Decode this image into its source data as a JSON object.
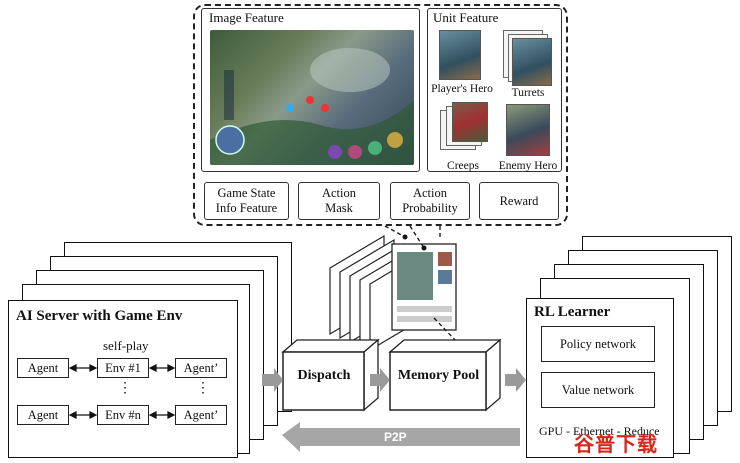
{
  "feature_panel": {
    "image_feature": {
      "title": "Image Feature",
      "screenshot_icon": "game-screenshot"
    },
    "unit_feature": {
      "title": "Unit Feature",
      "units": [
        {
          "label": "Player's Hero"
        },
        {
          "label": "Turrets"
        },
        {
          "label": "Creeps"
        },
        {
          "label": "Enemy Hero"
        }
      ]
    },
    "labels": {
      "game_state": [
        "Game State",
        "Info Feature"
      ],
      "action_mask": [
        "Action",
        "Mask"
      ],
      "action_probability": [
        "Action",
        "Probability"
      ],
      "reward": "Reward"
    }
  },
  "ai_server": {
    "title": "AI Server with Game Env",
    "self_play": "self-play",
    "agent": "Agent",
    "env_1": "Env #1",
    "env_n": "Env #n",
    "agent_prime": "Agent’",
    "ellipsis": "⋮"
  },
  "dispatch": "Dispatch",
  "memory_pool": "Memory Pool",
  "p2p": "P2P",
  "rl_learner": {
    "title": "RL Learner",
    "policy": "Policy network",
    "value": "Value network",
    "gpu_text": "GPU - Ethernet - Reduce"
  },
  "watermark": "谷普下载",
  "colors": {
    "arrow_gray": "#9a9a9a",
    "watermark_red": "#d9261c"
  }
}
